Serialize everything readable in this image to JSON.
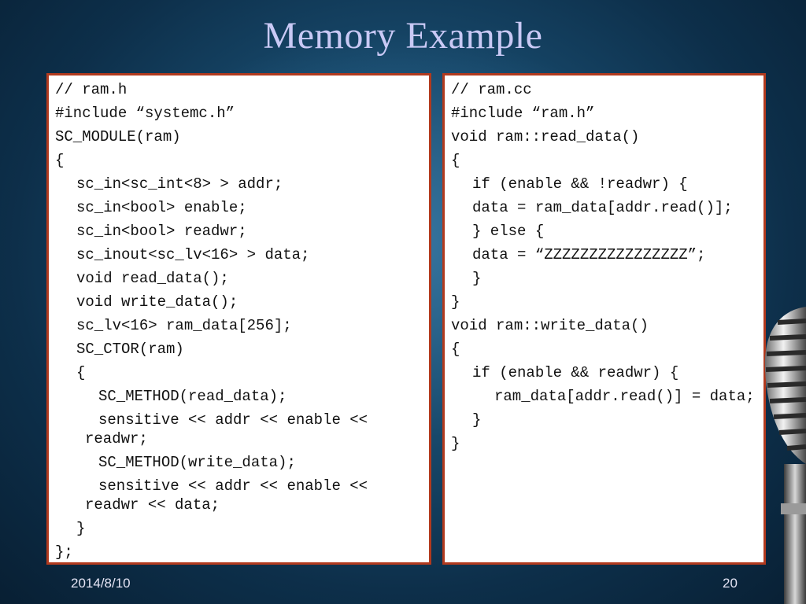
{
  "slide": {
    "title": "Memory Example",
    "footer_date": "2014/8/10",
    "page_number": "20"
  },
  "left_code": {
    "lines": [
      "// ram.h",
      "#include “systemc.h”",
      "SC_MODULE(ram)",
      "{",
      "sc_in<sc_int<8> > addr;",
      "sc_in<bool> enable;",
      "sc_in<bool> readwr;",
      "sc_inout<sc_lv<16> > data;",
      "void read_data();",
      "void write_data();",
      "sc_lv<16> ram_data[256];",
      "SC_CTOR(ram)",
      "{",
      "SC_METHOD(read_data);",
      "sensitive << addr << enable << readwr;",
      "SC_METHOD(write_data);",
      "sensitive << addr << enable << readwr << data;",
      "}",
      "};"
    ]
  },
  "right_code": {
    "lines": [
      "// ram.cc",
      "#include “ram.h”",
      "void ram::read_data()",
      "{",
      "if (enable && !readwr) {",
      "data = ram_data[addr.read()];",
      "} else {",
      "data = “ZZZZZZZZZZZZZZZZ”;",
      "}",
      "}",
      "void ram::write_data()",
      "{",
      "if (enable && readwr) {",
      "ram_data[addr.read()] = data;",
      "}",
      "}"
    ]
  }
}
